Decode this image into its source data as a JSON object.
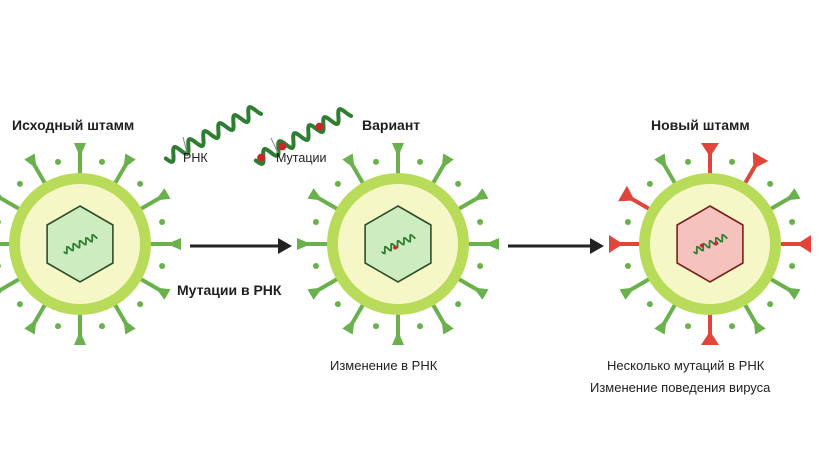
{
  "labels": {
    "original_strain": "Исходный штамм",
    "rna": "РНК",
    "mutations": "Мутации",
    "variant": "Вариант",
    "new_strain": "Новый штамм",
    "rna_mutations": "Мутации в РНК",
    "rna_change": "Изменение в РНК",
    "several_mutations": "Несколько мутаций в РНК",
    "behavior_change": "Изменение поведения вируса"
  },
  "colors": {
    "virus_outer": "#b9db5a",
    "virus_inner": "#f5f8c6",
    "spike": "#6ab04c",
    "spike_mutated": "#e0453a",
    "capsid_green": "#cdecc0",
    "capsid_red": "#f5c2bd",
    "rna": "#2e7d32",
    "mutation_dot": "#c62828",
    "arrow": "#222222"
  }
}
